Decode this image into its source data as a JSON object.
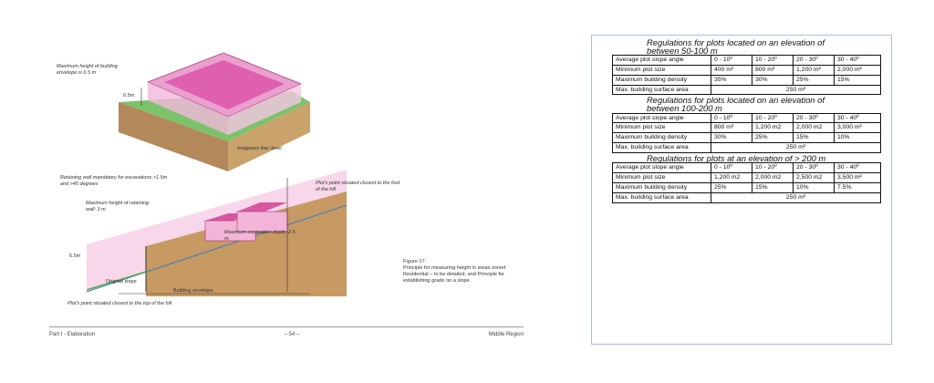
{
  "document": {
    "diagram_top": {
      "height_label": "Maximum height of building envelope is 6.5 m",
      "dimension": "6.5m"
    },
    "diagram_bottom": {
      "imaginary_line": "Imaginary line: level",
      "retaining_wall": "Retaining wall mandatory for excavations >1.5m and >45 degrees",
      "max_height_wall": "Maximum height of retaining wall: 3 m",
      "closest_foot": "Plot's point situated closest to the foot of the hill",
      "max_excavation": "Maximum excavation depth: 2.5 m",
      "dimension": "6.5m",
      "original_slope": "Original slope",
      "envelope": "Building envelope",
      "closest_top": "Plot's point situated closest to the top of the hill"
    },
    "figure": {
      "title": "Figure 17:",
      "text": "Principle for measuring height in areas zoned Residential – to be detailed, and Principle for establishing grade on a slope"
    },
    "footer": {
      "left": "Part I - Elaboration",
      "center": "– 54 –",
      "right": "Middle Region"
    }
  },
  "regulations": [
    {
      "title_line1": "Regulations for plots located on an elevation of",
      "title_line2": "between 50-100 m",
      "headers": [
        "Average plot slope angle",
        "0 - 10º",
        "10 - 20º",
        "20 - 30º",
        "30 - 40º"
      ],
      "rows": [
        [
          "Minimum plot size",
          "400 m²",
          "800 m²",
          "1,200 m²",
          "2,000 m²"
        ],
        [
          "Maximum building density",
          "35%",
          "30%",
          "25%",
          "15%"
        ]
      ],
      "surface_label": "Max. building surface area",
      "surface_value": "250 m²"
    },
    {
      "title_line1": "Regulations for plots located on an elevation of",
      "title_line2": "between 100-200 m",
      "headers": [
        "Average plot slope angle",
        "0 - 10º",
        "10 - 20º",
        "20 - 30º",
        "30 - 40º"
      ],
      "rows": [
        [
          "Minimum plot size",
          "800 m²",
          "1,200 m2",
          "2,000 m2",
          "3,000 m²"
        ],
        [
          "Maximum building density",
          "30%",
          "25%",
          "15%",
          "10%"
        ]
      ],
      "surface_label": "Max. building surface area",
      "surface_value": "250 m²"
    },
    {
      "title_line1": "Regulations for plots at an elevation of > 200 m",
      "title_line2": "",
      "headers": [
        "Average plot slope angle",
        "0 - 10º",
        "10 - 20º",
        "20 - 30º",
        "30 - 40º"
      ],
      "rows": [
        [
          "Minimum plot size",
          "1,200 m2",
          "2,000 m2",
          "2,500 m2",
          "3,500 m²"
        ],
        [
          "Maximum building density",
          "25%",
          "15%",
          "10%",
          "7.5%"
        ]
      ],
      "surface_label": "Max. building surface area",
      "surface_value": "250 m²"
    }
  ]
}
